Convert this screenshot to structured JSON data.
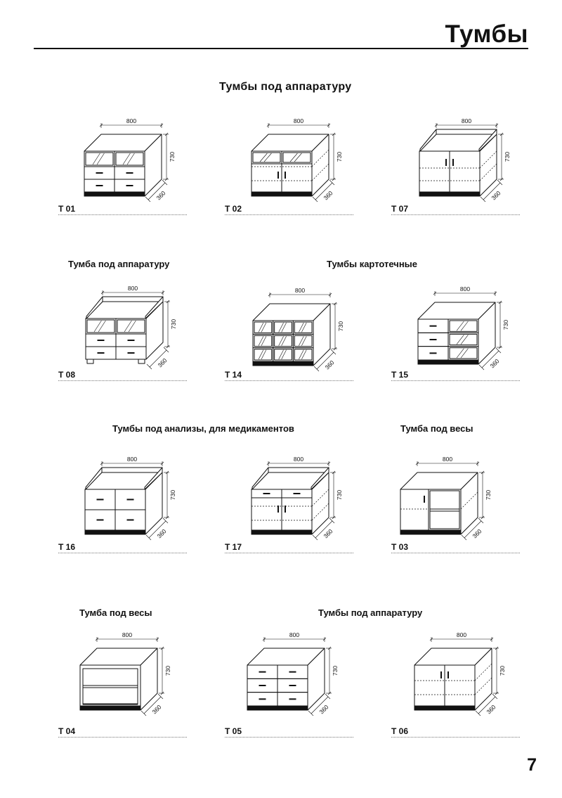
{
  "header": {
    "title": "Тумбы"
  },
  "headings": {
    "row1": "Тумбы под аппаратуру",
    "row2_left": "Тумба под аппаратуру",
    "row2_right": "Тумбы картотечные",
    "row3_left": "Тумбы под анализы, для медикаментов",
    "row3_right": "Тумба под весы",
    "row4_left": "Тумба под весы",
    "row4_right": "Тумбы под аппаратуру"
  },
  "items": [
    {
      "code": "T 01",
      "width": "800",
      "height": "730",
      "depth": "360"
    },
    {
      "code": "T 02",
      "width": "800",
      "height": "730",
      "depth": "360"
    },
    {
      "code": "T 07",
      "width": "800",
      "height": "730",
      "depth": "360"
    },
    {
      "code": "T 08",
      "width": "800",
      "height": "730",
      "depth": "360"
    },
    {
      "code": "T 14",
      "width": "800",
      "height": "730",
      "depth": "360"
    },
    {
      "code": "T 15",
      "width": "800",
      "height": "730",
      "depth": "360"
    },
    {
      "code": "T 16",
      "width": "800",
      "height": "730",
      "depth": "360"
    },
    {
      "code": "T 17",
      "width": "800",
      "height": "730",
      "depth": "360"
    },
    {
      "code": "T 03",
      "width": "800",
      "height": "730",
      "depth": "360"
    },
    {
      "code": "T 04",
      "width": "800",
      "height": "730",
      "depth": "360"
    },
    {
      "code": "T 05",
      "width": "800",
      "height": "730",
      "depth": "360"
    },
    {
      "code": "T 06",
      "width": "800",
      "height": "730",
      "depth": "360"
    }
  ],
  "page_number": "7"
}
